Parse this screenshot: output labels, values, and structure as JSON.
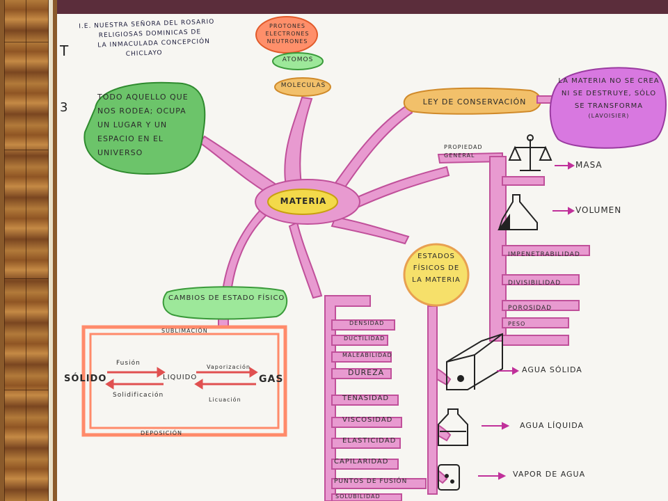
{
  "header": {
    "school_line1": "I.E. NUESTRA SEÑORA DEL ROSARIO",
    "school_line2": "RELIGIOSAS DOMINICAS DE",
    "school_line3": "LA INMACULADA CONCEPCIÓN",
    "school_line4": "CHICLAYO"
  },
  "center": {
    "label": "MATERIA"
  },
  "top_branch": {
    "particles": "PROTONES\nELECTRONES\nNEUTRONES",
    "atoms": "ATOMOS",
    "molecules": "MOLECULAS"
  },
  "definition": "TODO AQUELLO QUE NOS RODEA; OCUPA UN LUGAR Y UN ESPACIO EN EL UNIVERSO",
  "law": {
    "title": "LEY DE CONSERVACIÓN",
    "text": "LA MATERIA NO SE CREA NI SE DESTRUYE, SÓLO SE TRANSFORMA",
    "author": "(LAVOISIER)"
  },
  "general_properties": {
    "title": "PROPIEDAD GENERAL",
    "items": [
      "MASA",
      "VOLUMEN",
      "IMPENETRABILIDAD",
      "DIVISIBILIDAD",
      "POROSIDAD",
      "PESO"
    ]
  },
  "states": {
    "title": "ESTADOS FÍSICOS DE LA MATERIA",
    "items": [
      "AGUA SÓLIDA",
      "AGUA LÍQUIDA",
      "VAPOR DE AGUA"
    ]
  },
  "specific_properties": {
    "items": [
      "DENSIDAD",
      "DUCTILIDAD",
      "MALEABILIDAD",
      "DUREZA",
      "TENASIDAD",
      "VISCOSIDAD",
      "ELASTICIDAD",
      "CAPILARIDAD",
      "PUNTOS DE FUSIÓN",
      "SOLUBILIDAD"
    ]
  },
  "changes": {
    "title": "CAMBIOS DE ESTADO FÍSICO",
    "sublimation": "SUBLIMACIÓN",
    "deposition": "DEPOSICIÓN",
    "solid": "SÓLIDO",
    "liquid": "LIQUIDO",
    "gas": "GAS",
    "fusion": "Fusión",
    "solidification": "Solidificación",
    "vaporization": "Vaporización",
    "liquefaction": "Licuación"
  },
  "colors": {
    "branch": "#e89ad0",
    "branch_stroke": "#c0509a",
    "center_fill": "#f3d94a",
    "definition_fill": "#6cc46a",
    "law_fill": "#f2c06a",
    "purple_fill": "#d878e0",
    "cycle": "#ff8a6a"
  }
}
